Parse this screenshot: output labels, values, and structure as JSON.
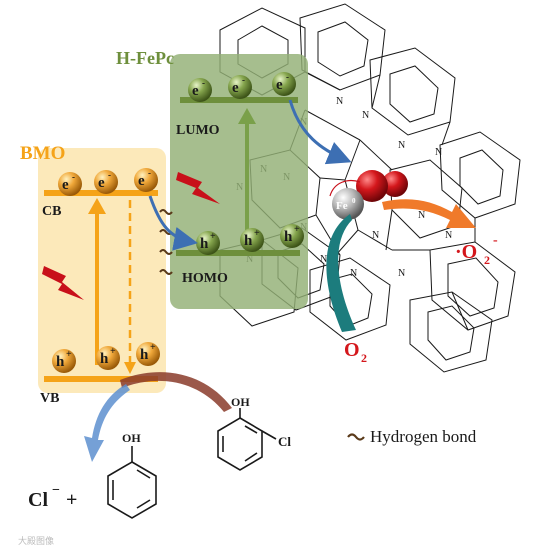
{
  "labels": {
    "bmo": "BMO",
    "hfepc": "H-FePc",
    "cb": "CB",
    "vb": "VB",
    "lumo": "LUMO",
    "homo": "HOMO",
    "o2": "O",
    "o2_sub": "2",
    "superoxide": "·O",
    "superoxide_sub": "2",
    "superoxide_sup": "-",
    "fe": "Fe",
    "fe_sup": "0",
    "hydrogen_bond": "Hydrogen bond",
    "cl_ion": "Cl",
    "cl_ion_sup": "−",
    "plus": "+",
    "oh_phenol": "OH",
    "oh_chlorophenol": "OH",
    "cl_substituent": "Cl",
    "n_atom": "N",
    "electron": "e",
    "electron_sup": "-",
    "hole": "h",
    "hole_sup": "+",
    "watermark": "大殿图像"
  },
  "colors": {
    "bmo_panel": "#fce7b4",
    "bmo_text": "#f5a318",
    "hfepc_panel": "#93b075",
    "hfepc_text": "#6e8f3c",
    "orange_ball": "#e89a22",
    "green_ball": "#6f8f3a",
    "arrow_blue": "#3d6fb3",
    "teal_arrow": "#1c7c7d",
    "o2_red": "#d4171c",
    "lightning": "#c8101a"
  },
  "icons": {
    "lightning_bmo": "lightning-icon",
    "lightning_hfepc": "lightning-icon",
    "hydrogen_bond_symbol": "tilde-icon"
  }
}
